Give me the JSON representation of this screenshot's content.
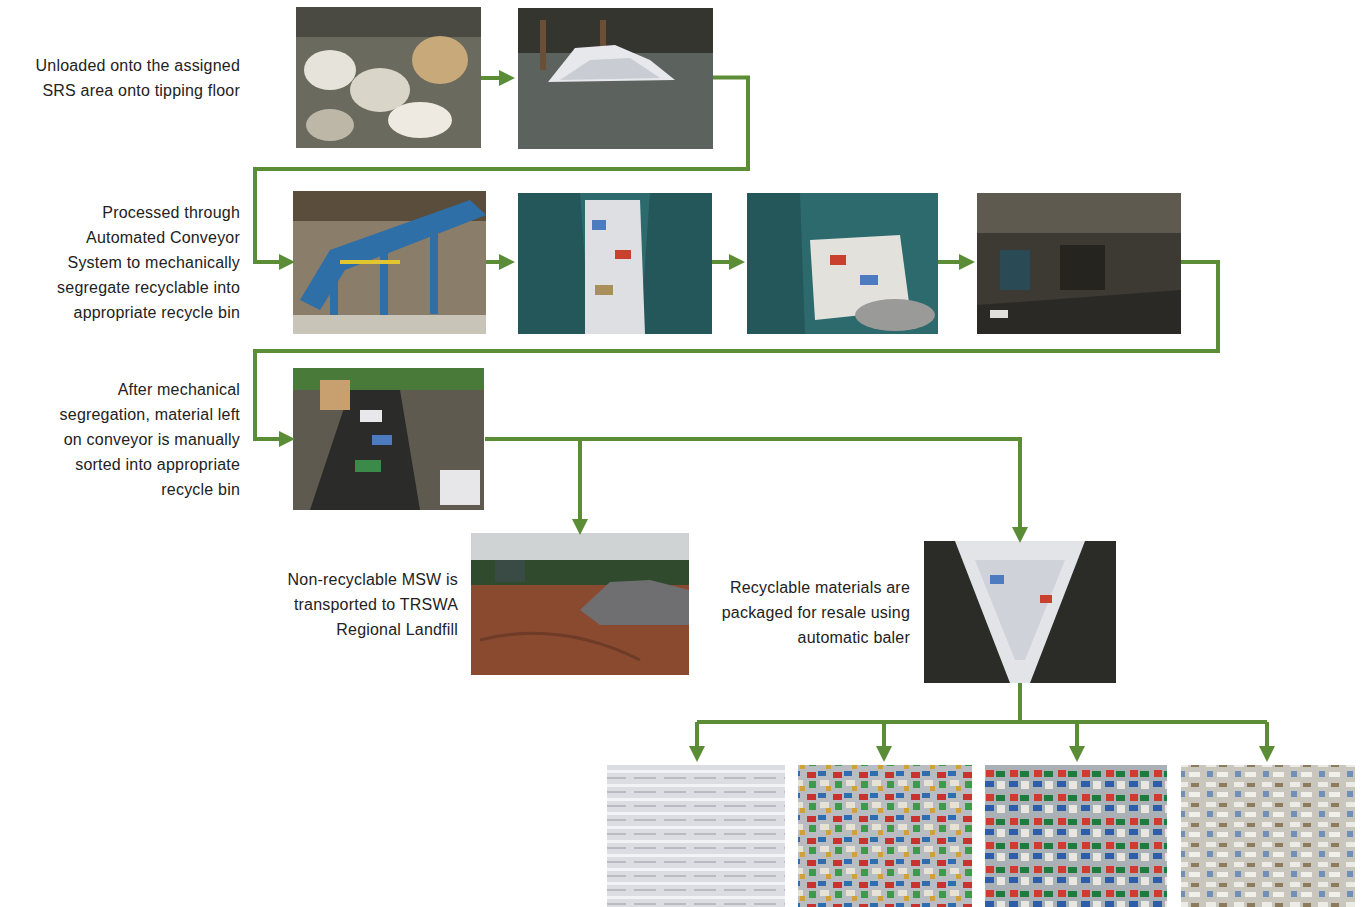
{
  "diagram": {
    "nodes": [
      {
        "text": [
          "Unloaded onto the assigned SRS area onto tipping floor"
        ]
      },
      {
        "text": [
          "Processed through Automated Conveyor System to mechanically segregate recyclable into appropriate recycle bin"
        ]
      },
      {
        "text": [
          "After mechanical segregation, material left on conveyor is manually sorted into appropriate recycle bin"
        ]
      },
      {
        "text": [
          "Non-recyclable MSW is transported to TRSWA Regional Landfill"
        ]
      },
      {
        "text": [
          "Recyclable materials are packaged for resale using automatic baler"
        ]
      }
    ],
    "edges": [
      {
        "from": 0,
        "to": 1,
        "arrow": "to"
      },
      {
        "from": 1,
        "to": 2,
        "arrow": "to"
      },
      {
        "from": 2,
        "to": 3,
        "arrow": "to"
      },
      {
        "from": 2,
        "to": 4,
        "arrow": "to"
      }
    ]
  }
}
